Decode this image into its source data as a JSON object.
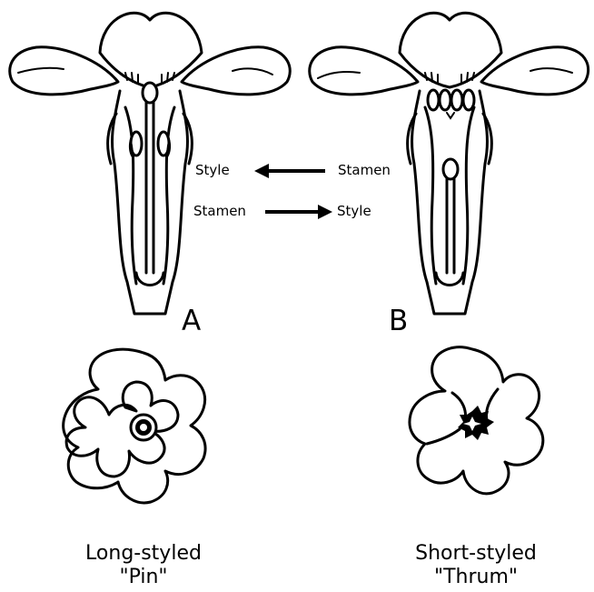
{
  "labels": {
    "left_arrow_label": "Style",
    "left_arrow_source": "Stamen",
    "right_arrow_label": "Stamen",
    "right_arrow_target": "Style",
    "panel_a": "A",
    "panel_b": "B"
  },
  "captions": {
    "pin_line1": "Long-styled",
    "pin_line2": "\"Pin\"",
    "thrum_line1": "Short-styled",
    "thrum_line2": "\"Thrum\""
  }
}
